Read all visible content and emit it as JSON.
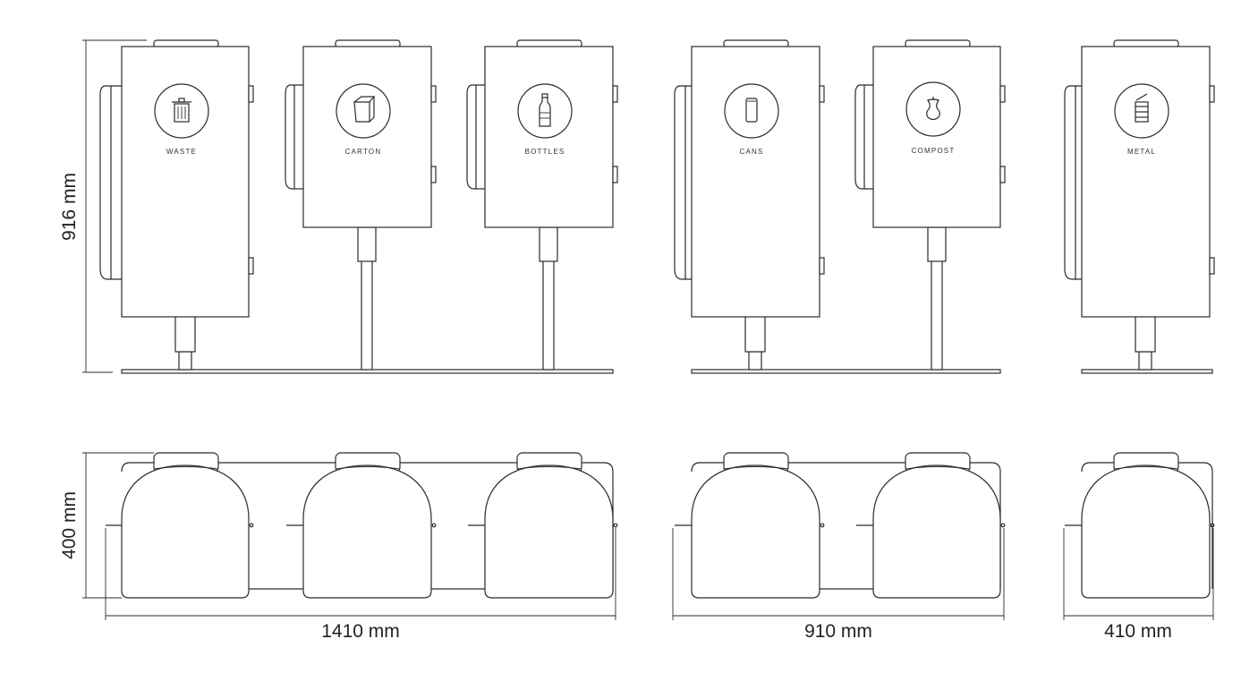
{
  "bins": [
    {
      "id": "waste",
      "label": "WASTE",
      "icon": "trash-can-icon"
    },
    {
      "id": "carton",
      "label": "CARTON",
      "icon": "carton-icon"
    },
    {
      "id": "bottles",
      "label": "BOTTLES",
      "icon": "bottle-icon"
    },
    {
      "id": "cans",
      "label": "CANS",
      "icon": "can-icon"
    },
    {
      "id": "compost",
      "label": "COMPOST",
      "icon": "apple-core-icon"
    },
    {
      "id": "metal",
      "label": "METAL",
      "icon": "tin-can-icon"
    }
  ],
  "dimensions": {
    "height_front": "916 mm",
    "depth_top": "400 mm",
    "width_three": "1410 mm",
    "width_two": "910 mm",
    "width_single": "410 mm"
  },
  "colors": {
    "line": "#2b2b2b",
    "background": "#ffffff"
  }
}
